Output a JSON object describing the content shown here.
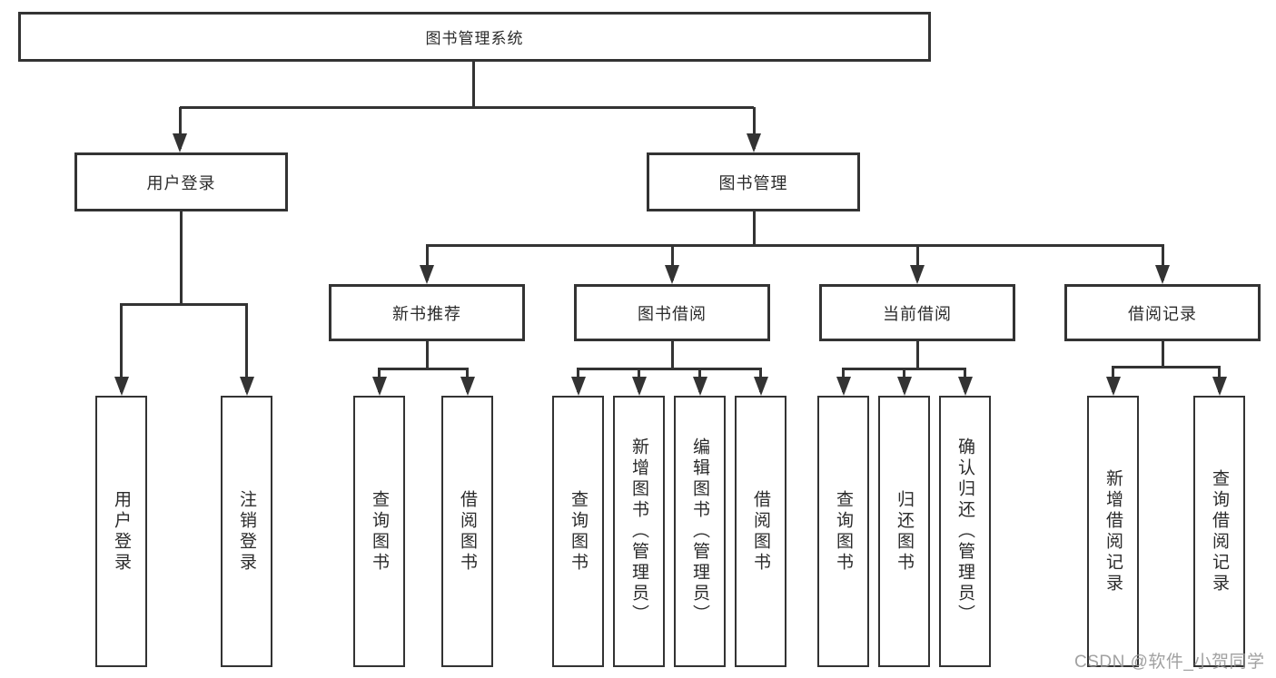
{
  "diagram_title": "图书管理系统",
  "nodes": {
    "root": "图书管理系统",
    "user_login": "用户登录",
    "book_mgmt": "图书管理",
    "user_login_leaf": "用户登录",
    "logout_leaf": "注销登录",
    "new_book_rec": "新书推荐",
    "book_borrow": "图书借阅",
    "current_borrow": "当前借阅",
    "borrow_record": "借阅记录",
    "nbr_query_book": "查询图书",
    "nbr_borrow_book": "借阅图书",
    "bb_query_book": "查询图书",
    "bb_add_book_admin": "新增图书（管理员）",
    "bb_edit_book_admin": "编辑图书（管理员）",
    "bb_borrow_book": "借阅图书",
    "cb_query_book": "查询图书",
    "cb_return_book": "归还图书",
    "cb_confirm_return_admin": "确认归还（管理员）",
    "br_add_record": "新增借阅记录",
    "br_query_record": "查询借阅记录"
  },
  "hierarchy": {
    "root": "root",
    "children": [
      {
        "node": "user_login",
        "children": [
          "user_login_leaf",
          "logout_leaf"
        ]
      },
      {
        "node": "book_mgmt",
        "children": [
          {
            "node": "new_book_rec",
            "children": [
              "nbr_query_book",
              "nbr_borrow_book"
            ]
          },
          {
            "node": "book_borrow",
            "children": [
              "bb_query_book",
              "bb_add_book_admin",
              "bb_edit_book_admin",
              "bb_borrow_book"
            ]
          },
          {
            "node": "current_borrow",
            "children": [
              "cb_query_book",
              "cb_return_book",
              "cb_confirm_return_admin"
            ]
          },
          {
            "node": "borrow_record",
            "children": [
              "br_add_record",
              "br_query_record"
            ]
          }
        ]
      }
    ]
  },
  "watermark": "CSDN @软件_小贺同学",
  "colors": {
    "line": "#333333",
    "text": "#2b2b2b",
    "watermark": "#949494",
    "background": "#ffffff"
  }
}
